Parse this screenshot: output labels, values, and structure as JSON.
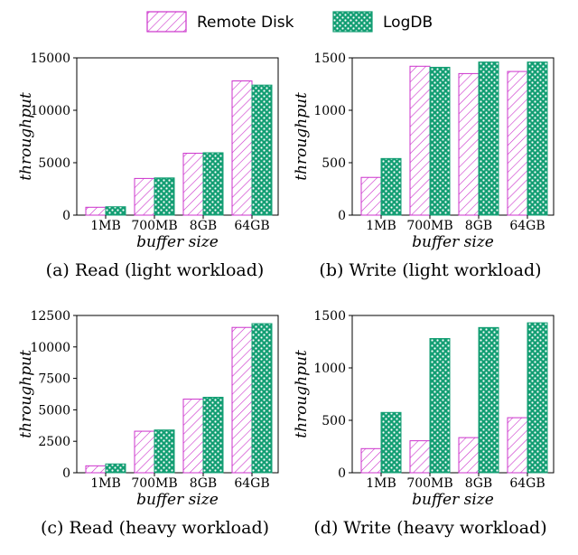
{
  "legend": [
    {
      "name": "Remote Disk",
      "pattern": "hatch",
      "color": "#cc33cc"
    },
    {
      "name": "LogDB",
      "pattern": "dots",
      "color": "#139e73"
    }
  ],
  "chart_data": [
    {
      "type": "bar",
      "caption": "(a) Read (light workload)",
      "xlabel": "buffer size",
      "ylabel": "throughput",
      "categories": [
        "1MB",
        "700MB",
        "8GB",
        "64GB"
      ],
      "ylim": [
        0,
        15000
      ],
      "yticks": [
        0,
        5000,
        10000,
        15000
      ],
      "grid": false,
      "series": [
        {
          "name": "Remote Disk",
          "values": [
            750,
            3500,
            5900,
            12800
          ]
        },
        {
          "name": "LogDB",
          "values": [
            800,
            3550,
            5950,
            12400
          ]
        }
      ]
    },
    {
      "type": "bar",
      "caption": "(b) Write (light workload)",
      "xlabel": "buffer size",
      "ylabel": "throughput",
      "categories": [
        "1MB",
        "700MB",
        "8GB",
        "64GB"
      ],
      "ylim": [
        0,
        1500
      ],
      "yticks": [
        0,
        500,
        1000,
        1500
      ],
      "grid": false,
      "series": [
        {
          "name": "Remote Disk",
          "values": [
            360,
            1420,
            1350,
            1370
          ]
        },
        {
          "name": "LogDB",
          "values": [
            540,
            1410,
            1460,
            1460
          ]
        }
      ]
    },
    {
      "type": "bar",
      "caption": "(c) Read (heavy workload)",
      "xlabel": "buffer size",
      "ylabel": "throughput",
      "categories": [
        "1MB",
        "700MB",
        "8GB",
        "64GB"
      ],
      "ylim": [
        0,
        12500
      ],
      "yticks": [
        0,
        2500,
        5000,
        7500,
        10000,
        12500
      ],
      "grid": false,
      "series": [
        {
          "name": "Remote Disk",
          "values": [
            550,
            3300,
            5850,
            11550
          ]
        },
        {
          "name": "LogDB",
          "values": [
            700,
            3400,
            6000,
            11850
          ]
        }
      ]
    },
    {
      "type": "bar",
      "caption": "(d) Write (heavy workload)",
      "xlabel": "buffer size",
      "ylabel": "throughput",
      "categories": [
        "1MB",
        "700MB",
        "8GB",
        "64GB"
      ],
      "ylim": [
        0,
        1500
      ],
      "yticks": [
        0,
        500,
        1000,
        1500
      ],
      "grid": false,
      "series": [
        {
          "name": "Remote Disk",
          "values": [
            230,
            305,
            335,
            525
          ]
        },
        {
          "name": "LogDB",
          "values": [
            575,
            1280,
            1385,
            1430
          ]
        }
      ]
    }
  ]
}
